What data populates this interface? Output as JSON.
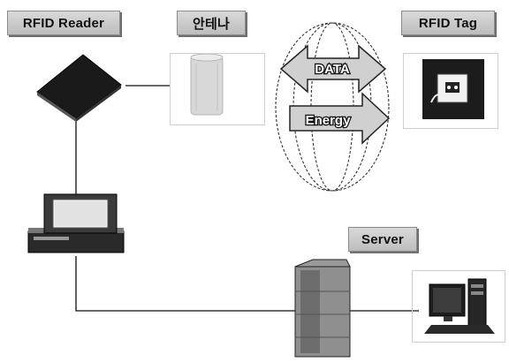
{
  "labels": {
    "reader": "RFID Reader",
    "antenna": "안테나",
    "tag": "RFID Tag",
    "server": "Server"
  },
  "flow": {
    "data": "DATA",
    "energy": "Energy"
  }
}
